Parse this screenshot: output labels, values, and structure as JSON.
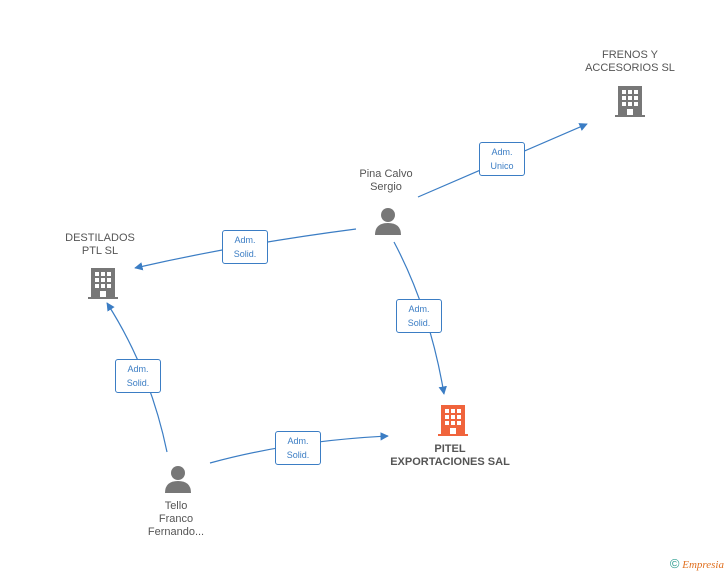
{
  "nodes": {
    "frenos": {
      "lines": [
        "FRENOS Y",
        "ACCESORIOS SL"
      ],
      "type": "company"
    },
    "destilados": {
      "lines": [
        "DESTILADOS",
        "PTL SL"
      ],
      "type": "company"
    },
    "pitel": {
      "lines": [
        "PITEL",
        "EXPORTACIONES SAL"
      ],
      "type": "company-main"
    },
    "pina": {
      "lines": [
        "Pina Calvo",
        "Sergio"
      ],
      "type": "person"
    },
    "tello": {
      "lines": [
        "Tello",
        "Franco",
        "Fernando..."
      ],
      "type": "person"
    }
  },
  "edges": {
    "pina_frenos": {
      "lines": [
        "Adm.",
        "Unico"
      ]
    },
    "pina_destilados": {
      "lines": [
        "Adm.",
        "Solid."
      ]
    },
    "pina_pitel": {
      "lines": [
        "Adm.",
        "Solid."
      ]
    },
    "tello_destilados": {
      "lines": [
        "Adm.",
        "Solid."
      ]
    },
    "tello_pitel": {
      "lines": [
        "Adm.",
        "Solid."
      ]
    }
  },
  "colors": {
    "edge": "#3b7dc4",
    "company": "#777777",
    "company_main": "#f0643c",
    "person": "#777777"
  },
  "footer": {
    "copyright": "©",
    "brand": "Empresia"
  }
}
